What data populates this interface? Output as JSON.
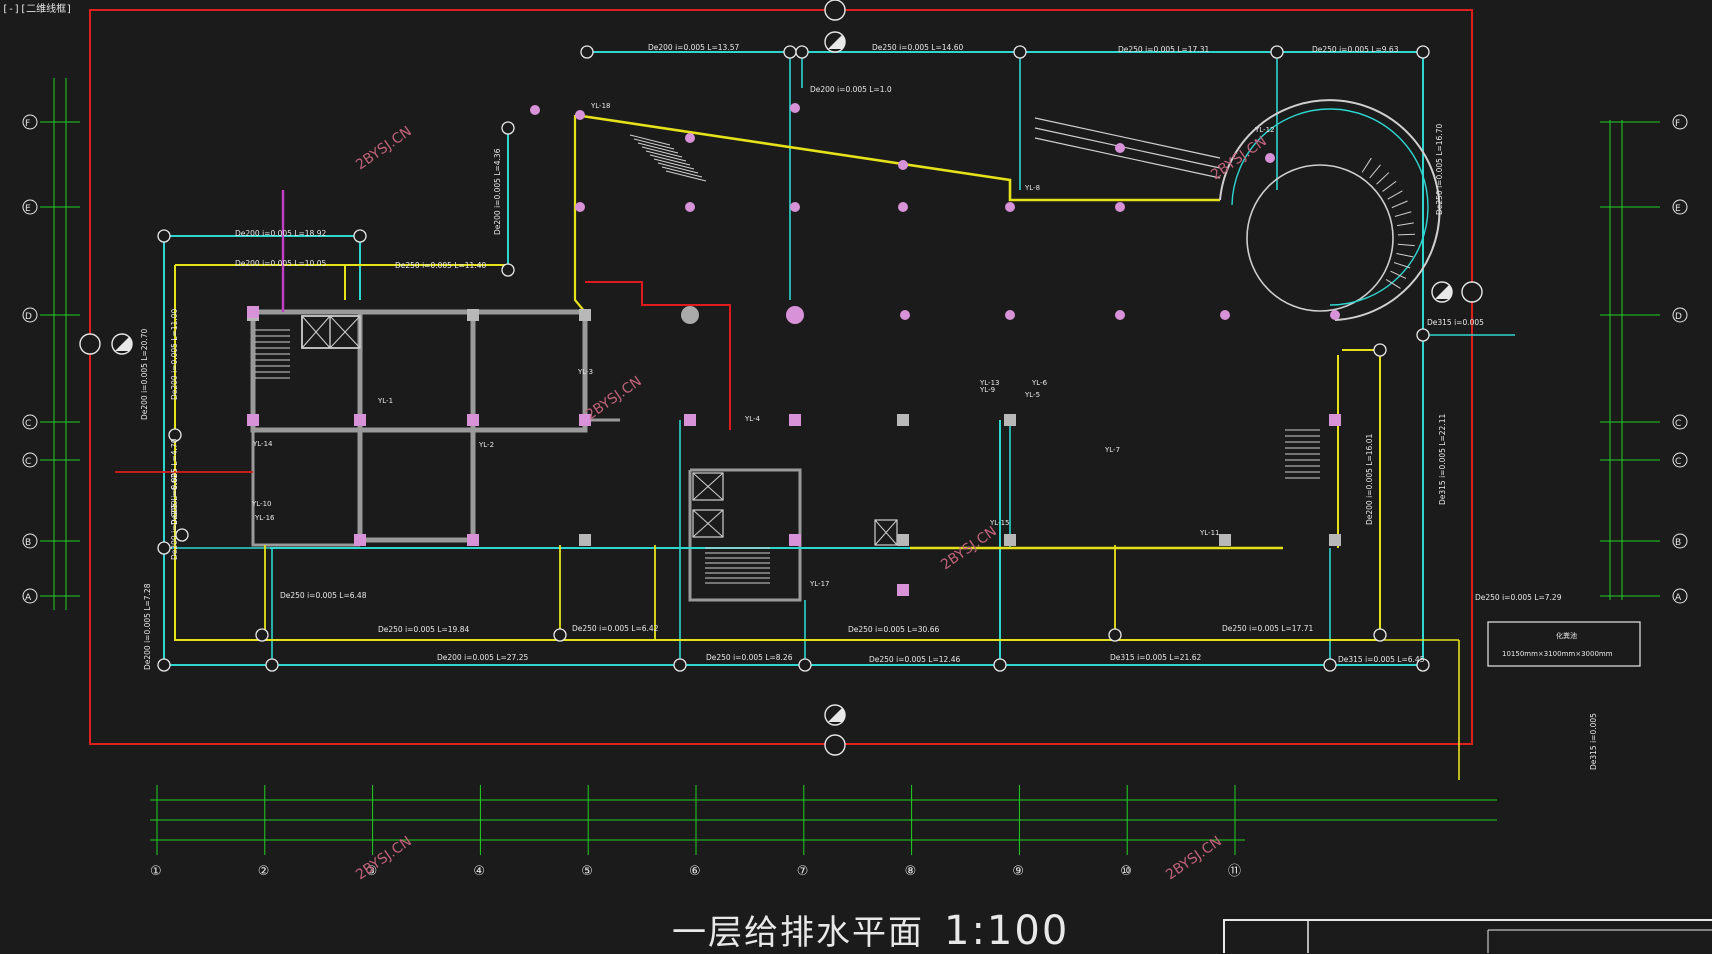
{
  "window": {
    "menu_label": "[-][二维线框]"
  },
  "drawing_title": {
    "name": "一层给排水平面",
    "scale": "1:100"
  },
  "watermark": "2BYSJ.CN",
  "colors": {
    "background": "#1b1b1b",
    "frame": "#e0201c",
    "walls": "#9a9a9a",
    "water_supply": "#e6e21a",
    "drainage": "#2fd6d0",
    "dimension": "#1fd21f",
    "fire": "#e01b1b",
    "vent": "#c33fc3",
    "node": "#d893d8"
  },
  "grid": {
    "columns": [
      "①",
      "②",
      "③",
      "④",
      "⑤",
      "⑥",
      "⑦",
      "⑧",
      "⑨",
      "⑩",
      "⑪"
    ],
    "rows": [
      "F",
      "E",
      "D",
      "C",
      "C",
      "B",
      "A"
    ]
  },
  "pipes": [
    {
      "label": "De200 i=0.005 L=13.57"
    },
    {
      "label": "De250 i=0.005 L=14.60"
    },
    {
      "label": "De250 i=0.005 L=17.31"
    },
    {
      "label": "De250 i=0.005 L=9.63"
    },
    {
      "label": "De200 i=0.005 L=1.0"
    },
    {
      "label": "De200 i=0.005 L=18.92"
    },
    {
      "label": "De200 i=0.005 L=10.05"
    },
    {
      "label": "De250 i=0.005 L=11.40"
    },
    {
      "label": "De200 i=0.005 L=4.36"
    },
    {
      "label": "De200 i=0.005 L=20.70"
    },
    {
      "label": "De200 i=0.005 L=11.00"
    },
    {
      "label": "De200 i=0.005 L=4.70"
    },
    {
      "label": "De200 i=0.005 L=6.62"
    },
    {
      "label": "De200 i=0.005 L=7.28"
    },
    {
      "label": "De250 i=0.005 L=6.48"
    },
    {
      "label": "De250 i=0.005 L=19.84"
    },
    {
      "label": "De250 i=0.005 L=6.42"
    },
    {
      "label": "De250 i=0.005 L=30.66"
    },
    {
      "label": "De250 i=0.005 L=17.71"
    },
    {
      "label": "De250 i=0.005 L=7.29"
    },
    {
      "label": "De200 i=0.005 L=27.25"
    },
    {
      "label": "De250 i=0.005 L=8.26"
    },
    {
      "label": "De250 i=0.005 L=12.46"
    },
    {
      "label": "De315 i=0.005 L=21.62"
    },
    {
      "label": "De315 i=0.005 L=6.45"
    },
    {
      "label": "De250 i=0.005 L=16.70"
    },
    {
      "label": "De315 i=0.005"
    },
    {
      "label": "De315 i=0.005 L=22.11"
    },
    {
      "label": "De200 i=0.005 L=16.01"
    },
    {
      "label": "De315 i=0.005"
    }
  ],
  "risers": [
    "YL-1",
    "YL-2",
    "YL-3",
    "YL-4",
    "YL-5",
    "YL-6",
    "YL-7",
    "YL-8",
    "YL-9",
    "YL-10",
    "YL-11",
    "YL-12",
    "YL-13",
    "YL-14",
    "YL-15",
    "YL-16",
    "YL-17",
    "YL-18"
  ],
  "equipment": {
    "tank_label": "化粪池",
    "tank_size": "10150mm×3100mm×3000mm"
  }
}
